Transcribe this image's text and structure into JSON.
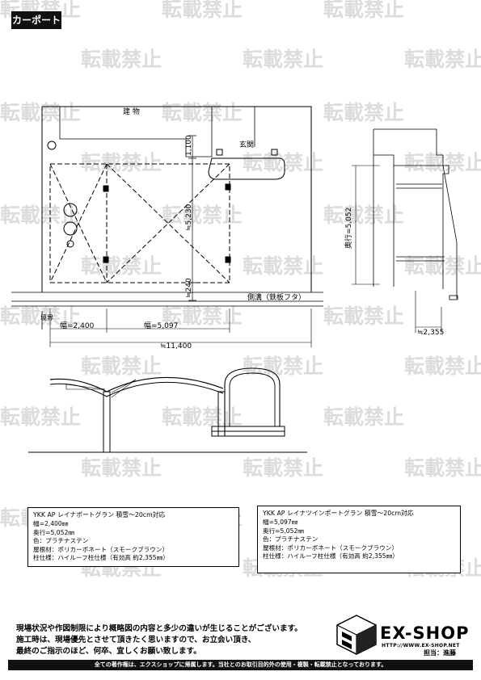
{
  "title": "カーポート",
  "watermark": "転載禁止",
  "plan": {
    "building": "建 物",
    "entrance": "玄関",
    "dim_top": "1,100",
    "dim_depth": "≒5,230",
    "dim_bottom": "≒240",
    "gutter": "側溝（鉄板フタ）",
    "boundary": "境界",
    "width_a": "幅=2,400",
    "width_b": "幅=5,097",
    "total": "≒11,400"
  },
  "side": {
    "depth": "奥行=5,052",
    "height": "≒2,355"
  },
  "spec_left": {
    "lines": [
      "YKK AP レイナポートグラン 積雪～20cm対応",
      "幅=2,400㎜",
      "奥行=5,052㎜",
      "色：プラチナステン",
      "屋根材：ポリカーボネート（スモークブラウン）",
      "柱仕様：ハイルーフ柱仕様（有効高 約2,355㎜）"
    ]
  },
  "spec_right": {
    "lines": [
      "YKK AP レイナツインポートグラン 積雪～20cm対応",
      "幅=5,097㎜",
      "奥行=5,052㎜",
      "色：プラチナステン",
      "屋根材：ポリカーボネート（スモークブラウン）",
      "柱仕様：ハイルーフ柱仕様（有効高 約2,355㎜）"
    ]
  },
  "notes": [
    "現場状況や作図制限により概略図の内容と多少の違いが生じることがございます。",
    "施工時は、現場優先とさせて頂きたく思いますので、お立会い頂き、",
    "最終のご指示のほど、何卒、宜しくお願い致します。"
  ],
  "brand": "EX-SHOP",
  "url": "HTTP://WWW.EX-SHOP.NET",
  "charge": "担当：進藤",
  "footer": "全ての著作権は、エクスショップに帰属します。当社とのお取引目的外の使用・複製・転載禁止となっております。"
}
